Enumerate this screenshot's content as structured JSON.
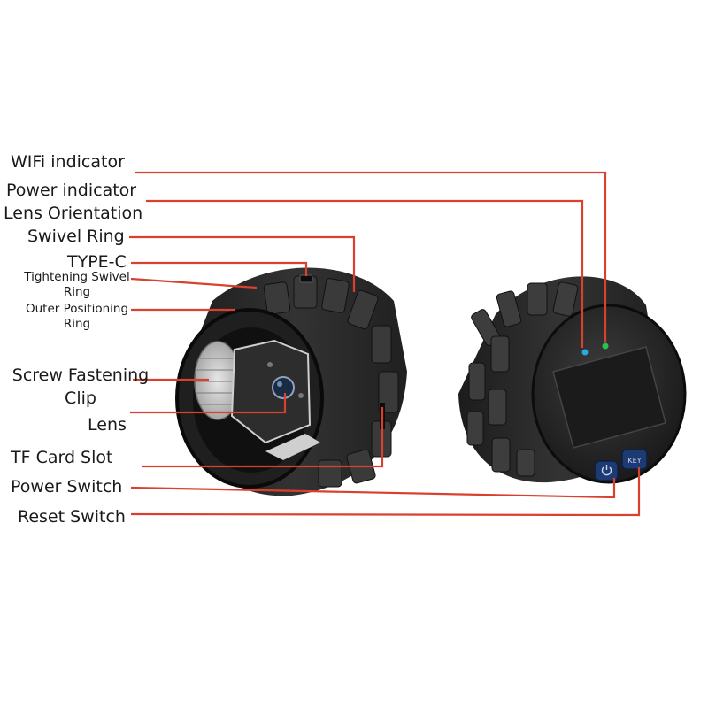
{
  "labels": {
    "wifi_indicator": "WIFi indicator",
    "power_indicator": "Power indicator",
    "lens_orientation": "Lens Orientation",
    "swivel_ring": "Swivel Ring",
    "type_c": "TYPE-C",
    "tightening_line1": "Tightening Swivel",
    "tightening_line2": "Ring",
    "outer_line1": "Outer Positioning",
    "outer_line2": "Ring",
    "screw_line1": "Screw Fastening",
    "screw_line2": "Clip",
    "lens": "Lens",
    "tf_card_slot": "TF Card Slot",
    "power_switch": "Power Switch",
    "reset_switch": "Reset Switch"
  },
  "device_text": {
    "key_button": "KEY"
  },
  "colors": {
    "leader_line": "#d8412f",
    "body": "#2a2a2a",
    "wifi_led": "#2aa8e0",
    "power_led": "#2fbf4f"
  }
}
